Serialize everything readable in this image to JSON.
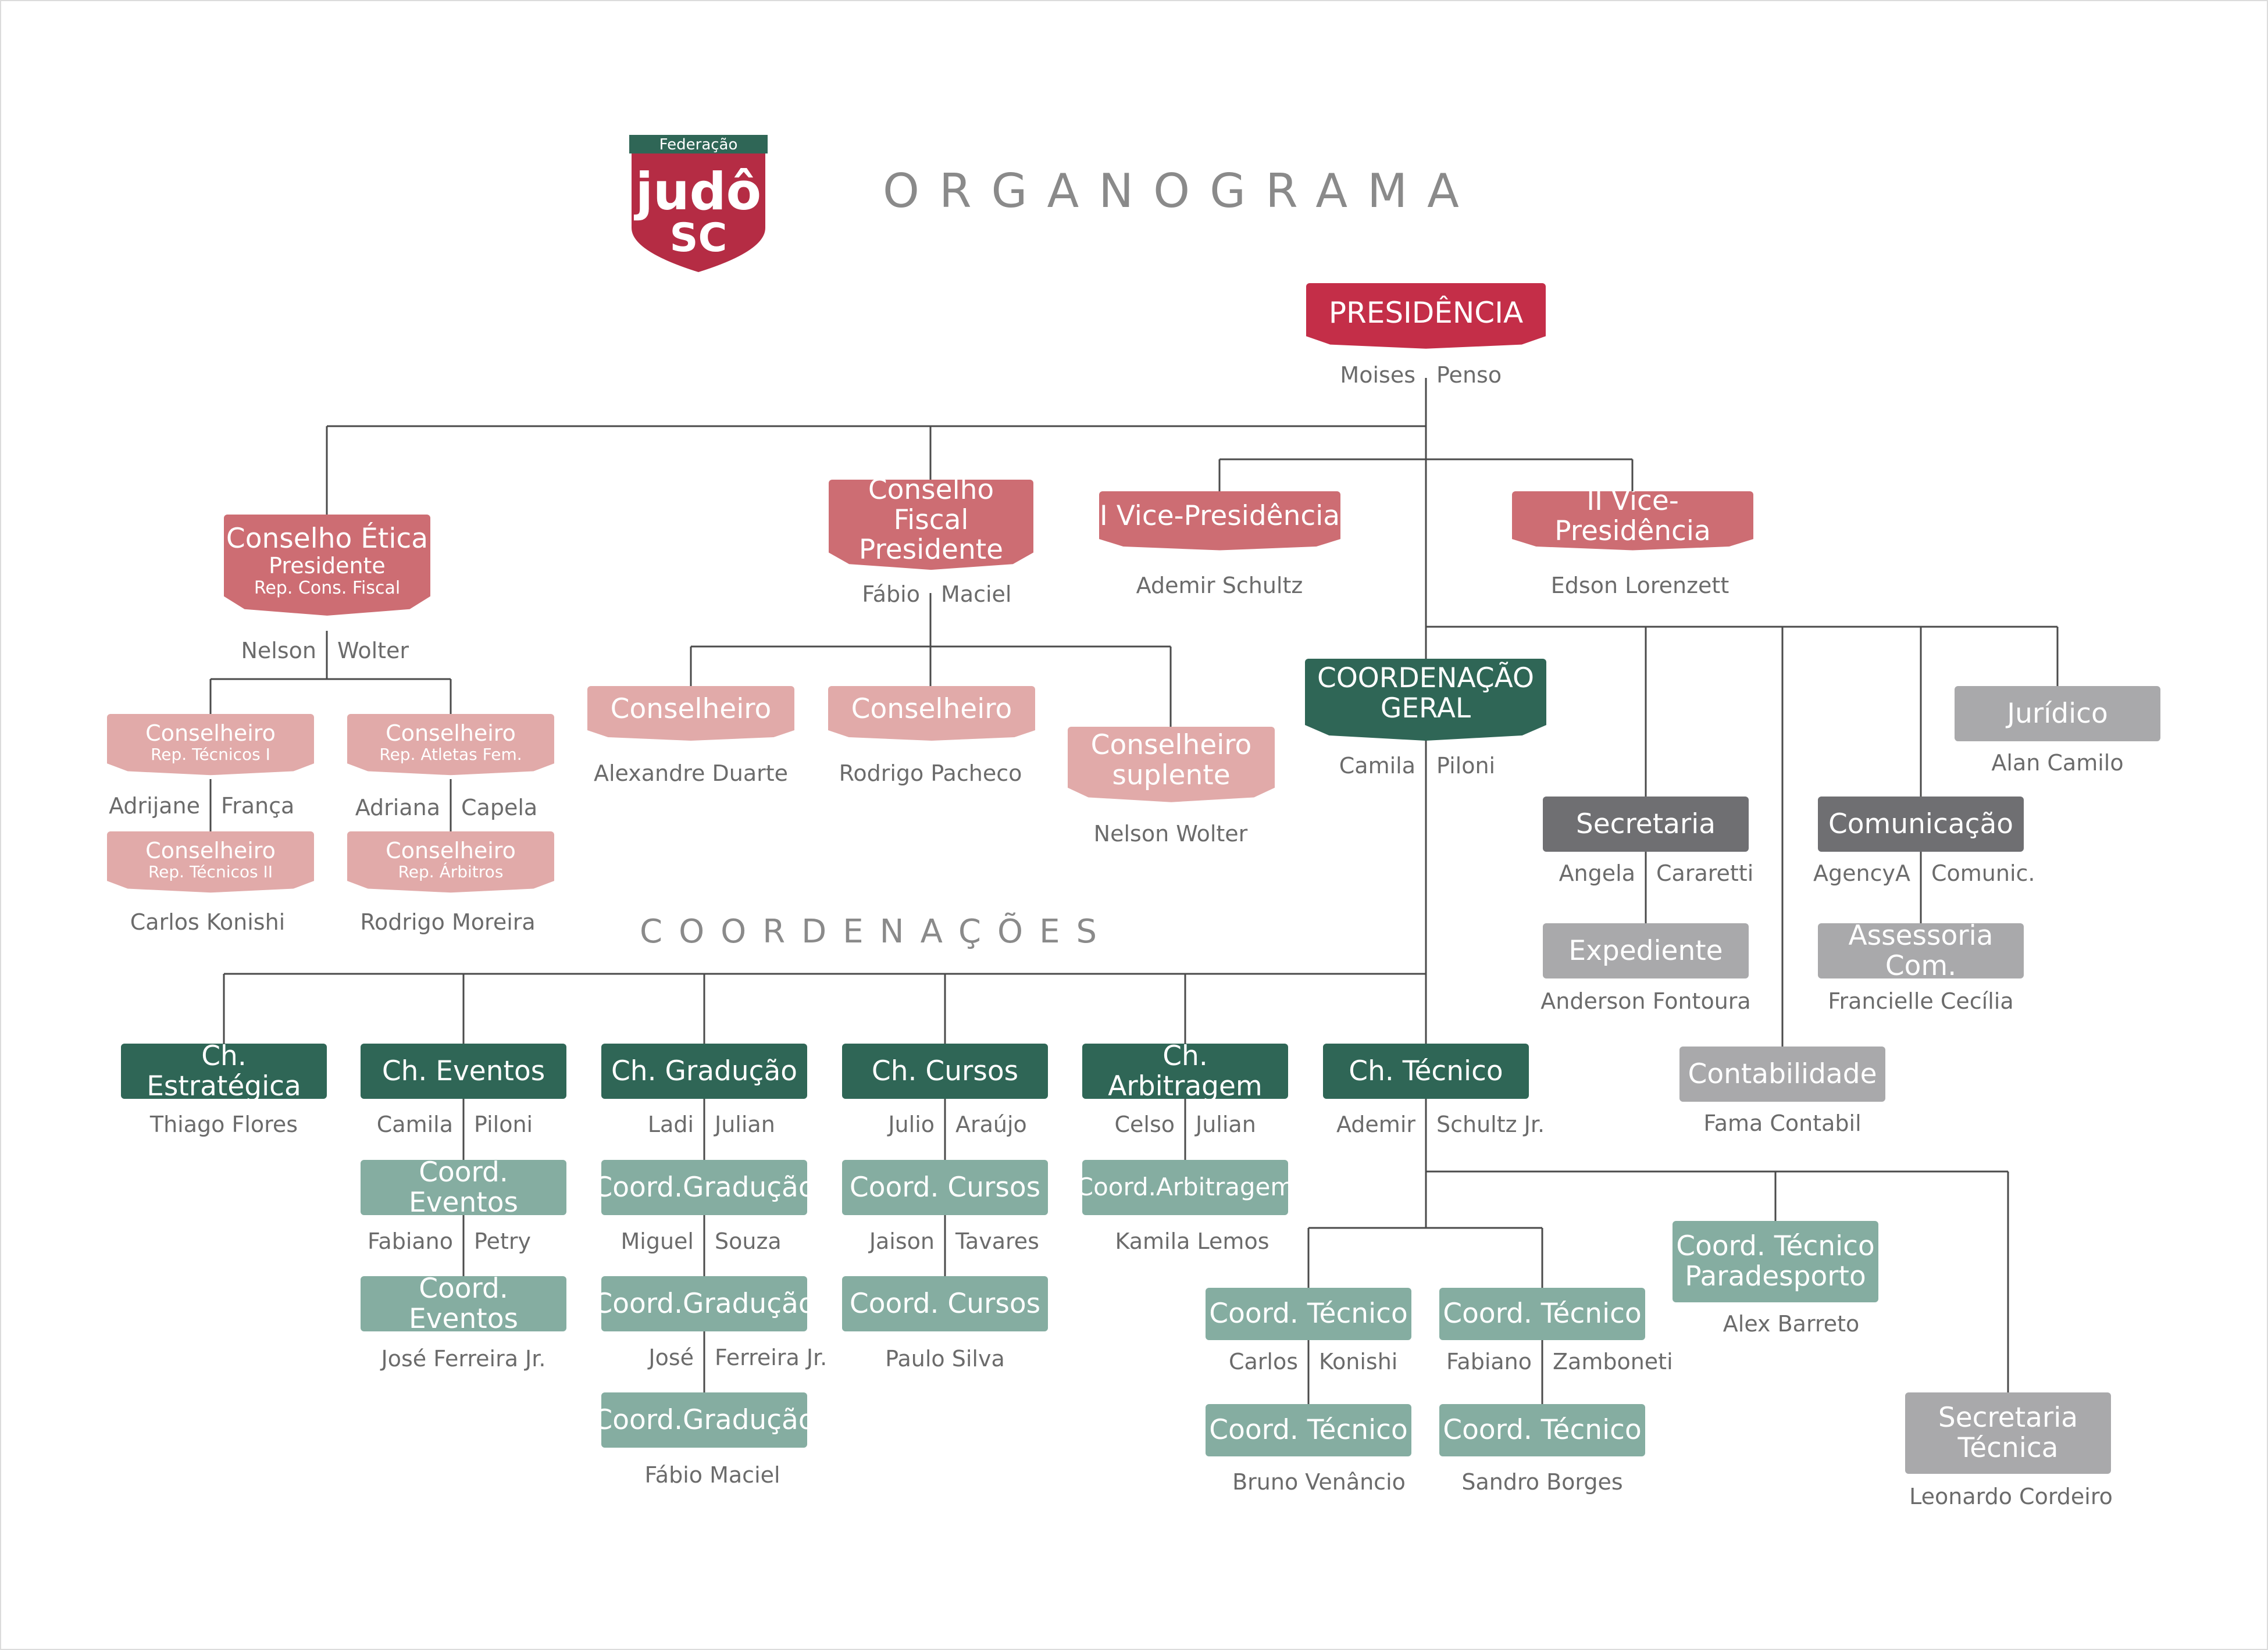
{
  "title": "ORGANOGRAMA",
  "section_heading": "COORDENAÇÕES",
  "logo": {
    "top": "Federação",
    "word": "judô",
    "bottom": "SC"
  },
  "presidencia": {
    "label": "PRESIDÊNCIA",
    "name_first": "Moises",
    "name_last": "Penso"
  },
  "conselho_etica": {
    "line1": "Conselho Ética",
    "line2": "Presidente",
    "line3": "Rep. Cons. Fiscal",
    "name_first": "Nelson",
    "name_last": "Wolter"
  },
  "conselheiro_tec1": {
    "line1": "Conselheiro",
    "line2": "Rep. Técnicos I",
    "name_first": "Adrijane",
    "name_last": "França"
  },
  "conselheiro_tec2": {
    "line1": "Conselheiro",
    "line2": "Rep. Técnicos II",
    "name": "Carlos Konishi"
  },
  "conselheiro_atl": {
    "line1": "Conselheiro",
    "line2": "Rep. Atletas Fem.",
    "name_first": "Adriana",
    "name_last": "Capela"
  },
  "conselheiro_arb": {
    "line1": "Conselheiro",
    "line2": "Rep. Árbitros",
    "name": "Rodrigo Moreira"
  },
  "conselho_fiscal": {
    "line1": "Conselho Fiscal",
    "line2": "Presidente",
    "name_first": "Fábio",
    "name_last": "Maciel"
  },
  "conselheiro_1": {
    "label": "Conselheiro",
    "name": "Alexandre Duarte"
  },
  "conselheiro_2": {
    "label": "Conselheiro",
    "name": "Rodrigo Pacheco"
  },
  "conselheiro_suplente": {
    "line1": "Conselheiro",
    "line2": "suplente",
    "name": "Nelson Wolter"
  },
  "vice1": {
    "label": "I Vice-Presidência",
    "name": "Ademir Schultz"
  },
  "vice2": {
    "label": "II Vice-Presidência",
    "name": "Edson Lorenzett"
  },
  "coord_geral": {
    "line1": "COORDENAÇÃO",
    "line2": "GERAL",
    "name_first": "Camila",
    "name_last": "Piloni"
  },
  "secretaria": {
    "label": "Secretaria",
    "name_first": "Angela",
    "name_last": "Cararetti"
  },
  "expediente": {
    "label": "Expediente",
    "name": "Anderson Fontoura"
  },
  "contabilidade": {
    "label": "Contabilidade",
    "name": "Fama Contabil"
  },
  "comunicacao": {
    "label": "Comunicação",
    "name_first": "AgencyA",
    "name_last": "Comunic."
  },
  "assessoria": {
    "label": "Assessoria Com.",
    "name": "Francielle Cecília"
  },
  "juridico": {
    "label": "Jurídico",
    "name": "Alan Camilo"
  },
  "ch_estrategica": {
    "label": "Ch. Estratégica",
    "name": "Thiago Flores"
  },
  "ch_eventos": {
    "label": "Ch. Eventos",
    "name_first": "Camila",
    "name_last": "Piloni"
  },
  "coord_eventos1": {
    "label": "Coord. Eventos",
    "name_first": "Fabiano",
    "name_last": "Petry"
  },
  "coord_eventos2": {
    "label": "Coord. Eventos",
    "name": "José Ferreira Jr."
  },
  "ch_graducao": {
    "label": "Ch. Gradução",
    "name_first": "Ladi",
    "name_last": "Julian"
  },
  "coord_grad1": {
    "label": "Coord.Gradução",
    "name_first": "Miguel",
    "name_last": "Souza"
  },
  "coord_grad2": {
    "label": "Coord.Gradução",
    "name_first": "José",
    "name_last": "Ferreira Jr."
  },
  "coord_grad3": {
    "label": "Coord.Gradução",
    "name": "Fábio Maciel"
  },
  "ch_cursos": {
    "label": "Ch. Cursos",
    "name_first": "Julio",
    "name_last": "Araújo"
  },
  "coord_cursos1": {
    "label": "Coord. Cursos",
    "name_first": "Jaison",
    "name_last": "Tavares"
  },
  "coord_cursos2": {
    "label": "Coord. Cursos",
    "name": "Paulo Silva"
  },
  "ch_arbitragem": {
    "label": "Ch. Arbitragem",
    "name_first": "Celso",
    "name_last": "Julian"
  },
  "coord_arbitragem": {
    "label": "Coord.Arbitragem",
    "name": "Kamila Lemos"
  },
  "ch_tecnico": {
    "label": "Ch. Técnico",
    "name_first": "Ademir",
    "name_last": "Schultz Jr."
  },
  "coord_tec1": {
    "label": "Coord. Técnico",
    "name_first": "Carlos",
    "name_last": "Konishi"
  },
  "coord_tec2": {
    "label": "Coord. Técnico",
    "name": "Bruno Venâncio"
  },
  "coord_tec3": {
    "label": "Coord. Técnico",
    "name_first": "Fabiano",
    "name_last": "Zamboneti"
  },
  "coord_tec4": {
    "label": "Coord. Técnico",
    "name": "Sandro Borges"
  },
  "coord_tec_para": {
    "line1": "Coord. Técnico",
    "line2": "Paradesporto",
    "name": "Alex Barreto"
  },
  "secretaria_tecnica": {
    "line1": "Secretaria",
    "line2": "Técnica",
    "name": "Leonardo Cordeiro"
  },
  "colors": {
    "presidencia": "#c42e48",
    "conselho_dark": "#cd6d73",
    "conselho_light": "#e1aaa9",
    "coordenacao_dark": "#2f6656",
    "coordenacao_light": "#85ada1",
    "admin_dark": "#6f6f72",
    "admin_light": "#a9a9ab",
    "text": "#6b6b6b"
  }
}
